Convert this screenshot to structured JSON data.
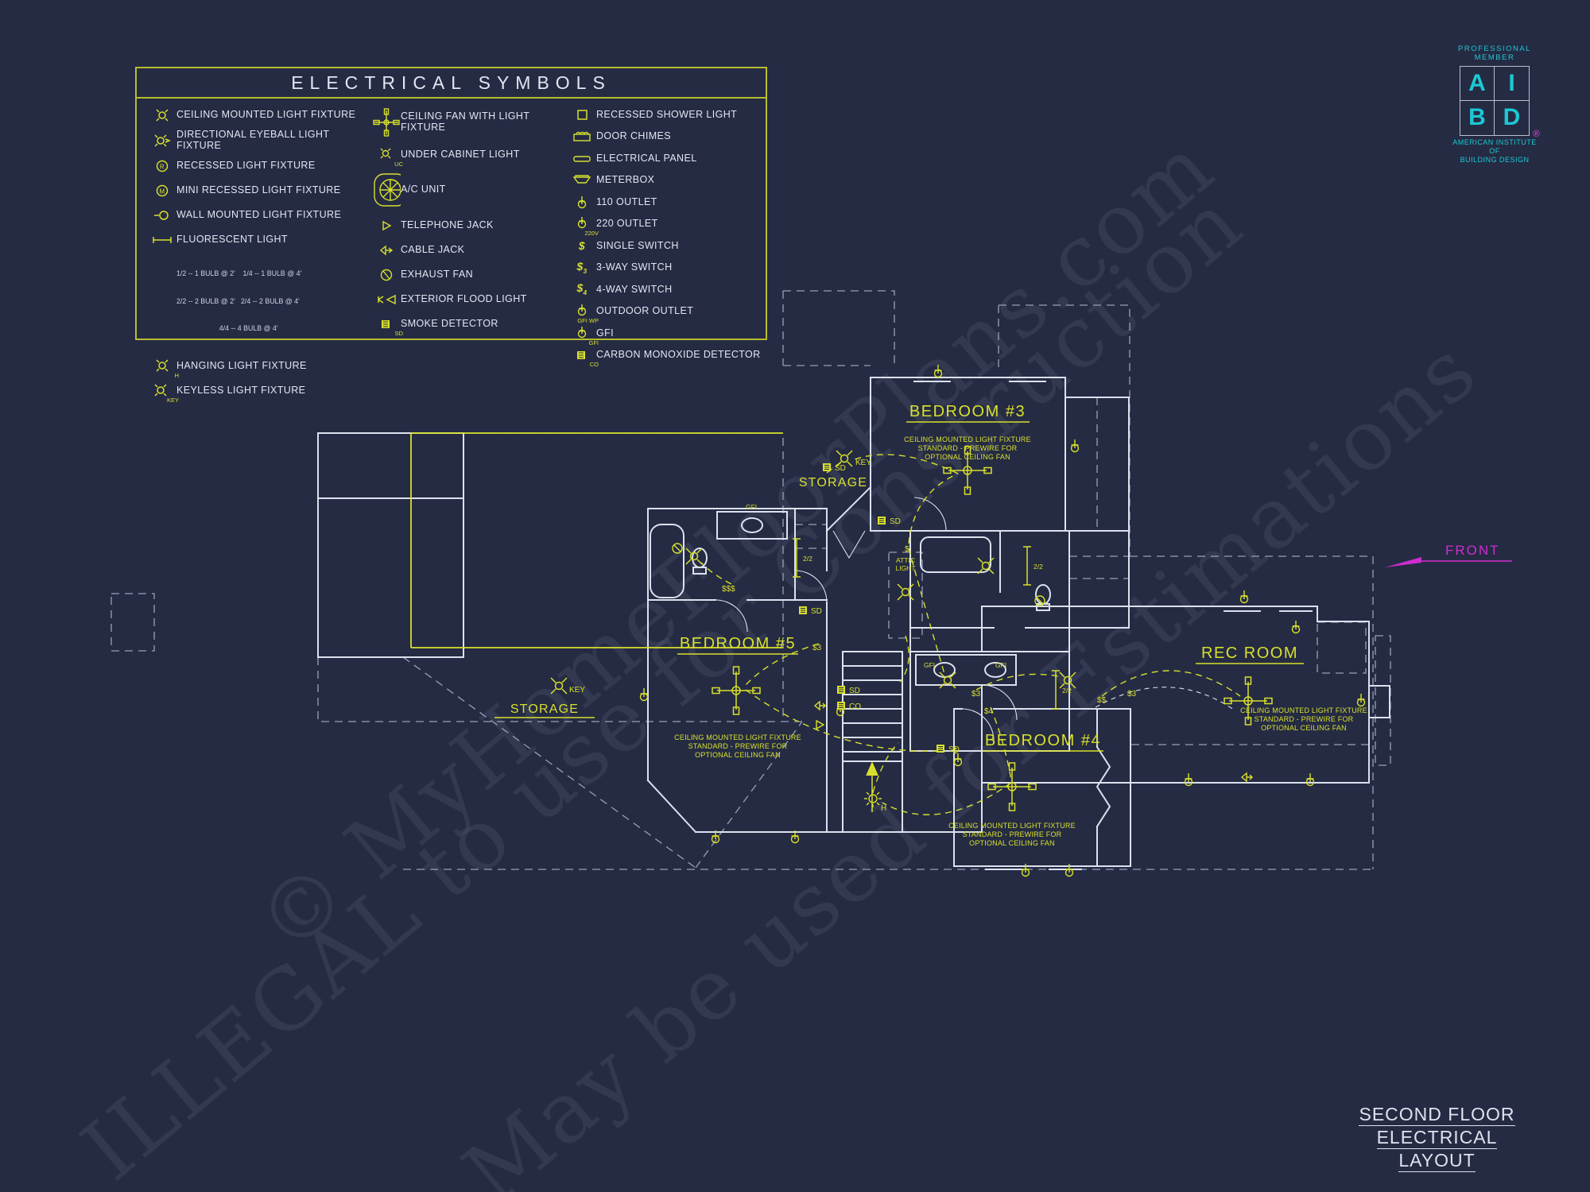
{
  "colors": {
    "background": "#252b43",
    "accent_yellow": "#d8e02c",
    "wall_white": "#dce1ee",
    "dashed_gray": "#98a0b8",
    "logo_cyan": "#1bc9d4",
    "front_magenta": "#d02cd0"
  },
  "legend": {
    "title": "ELECTRICAL SYMBOLS",
    "col1": [
      {
        "label": "CEILING MOUNTED LIGHT FIXTURE"
      },
      {
        "label": "DIRECTIONAL EYEBALL LIGHT FIXTURE"
      },
      {
        "label": "RECESSED LIGHT FIXTURE"
      },
      {
        "label": "MINI RECESSED LIGHT FIXTURE"
      },
      {
        "label": "WALL MOUNTED LIGHT FIXTURE"
      },
      {
        "label": "FLUORESCENT LIGHT"
      },
      {
        "label": "HANGING LIGHT FIXTURE"
      },
      {
        "label": "KEYLESS LIGHT FIXTURE"
      }
    ],
    "fluorescent_notes": [
      "1/2 -- 1 BULB @ 2'    1/4 -- 1 BULB @ 4'",
      "2/2 -- 2 BULB @ 2'   2/4 -- 2 BULB @ 4'",
      "                      4/4 -- 4 BULB @ 4'"
    ],
    "col2": [
      {
        "label": "CEILING FAN WITH LIGHT FIXTURE"
      },
      {
        "label": "UNDER CABINET LIGHT"
      },
      {
        "label": "A/C UNIT"
      },
      {
        "label": "TELEPHONE JACK"
      },
      {
        "label": "CABLE JACK"
      },
      {
        "label": "EXHAUST FAN"
      },
      {
        "label": "EXTERIOR FLOOD LIGHT"
      },
      {
        "label": "SMOKE DETECTOR"
      }
    ],
    "col3": [
      {
        "label": "RECESSED SHOWER LIGHT"
      },
      {
        "label": "DOOR CHIMES"
      },
      {
        "label": "ELECTRICAL PANEL"
      },
      {
        "label": "METERBOX"
      },
      {
        "label": "110 OUTLET"
      },
      {
        "label": "220 OUTLET"
      },
      {
        "label": "SINGLE SWITCH"
      },
      {
        "label": "3-WAY SWITCH"
      },
      {
        "label": "4-WAY SWITCH"
      },
      {
        "label": "OUTDOOR OUTLET"
      },
      {
        "label": "GFI"
      },
      {
        "label": "CARBON MONOXIDE DETECTOR"
      }
    ],
    "icon_labels": {
      "uc": "UC",
      "sd": "SD",
      "co": "CO",
      "v220": "220V",
      "gfiwp": "GFI WP",
      "gfi": "GFI",
      "h": "H",
      "key": "KEY",
      "k": "K",
      "s": "$",
      "s3": "$",
      "s3n": "3",
      "s4n": "4",
      "r": "R",
      "m": "M"
    }
  },
  "plan": {
    "rooms": {
      "bedroom3": "BEDROOM #3",
      "bedroom4": "BEDROOM #4",
      "bedroom5": "BEDROOM #5",
      "recroom": "REC ROOM",
      "storage_upper": "STORAGE",
      "storage_lower": "STORAGE"
    },
    "attic_light": [
      "ATTIC",
      "LIGHT"
    ],
    "fixture_note": [
      "CEILING MOUNTED LIGHT FIXTURE",
      "STANDARD - PREWIRE FOR",
      "OPTIONAL CEILING FAN"
    ],
    "sym": {
      "sd": "SD",
      "co": "CO",
      "gfi": "GFI",
      "key": "KEY",
      "h": "H",
      "s": "$",
      "s3": "$3",
      "s4": "$4",
      "ss": "$$",
      "sss": "$$$",
      "fl22": "2/2"
    },
    "front": "FRONT"
  },
  "title_block": {
    "line1": "SECOND FLOOR",
    "line2": "ELECTRICAL LAYOUT"
  },
  "aibd": {
    "line1": "PROFESSIONAL",
    "line2": "MEMBER",
    "a": "A",
    "i": "I",
    "b": "B",
    "d": "D",
    "reg": "®",
    "org1": "AMERICAN INSTITUTE",
    "org2": "OF",
    "org3": "BUILDING DESIGN"
  },
  "watermark": {
    "line1": "© MyHomeFloorPlans.com",
    "line2": "ILLEGAL to use for Construction",
    "line3": "May be used for Estimations"
  }
}
